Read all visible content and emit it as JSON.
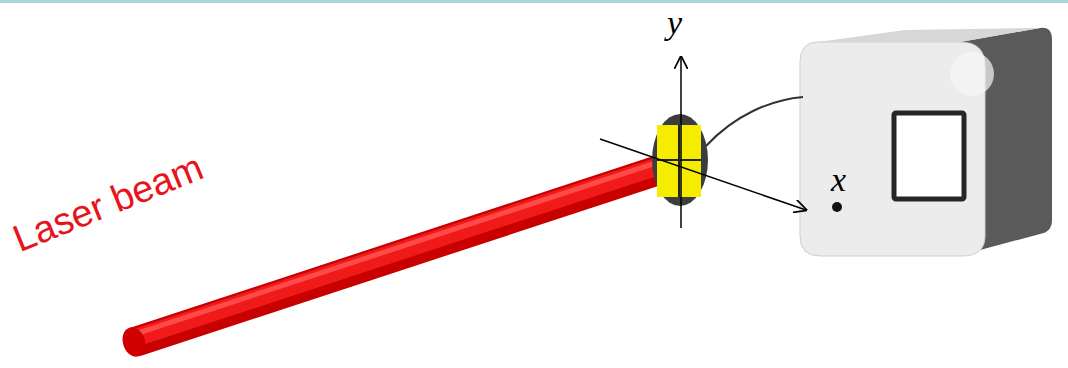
{
  "diagram": {
    "labels": [
      "Laser beam",
      "y",
      "x"
    ]
  }
}
